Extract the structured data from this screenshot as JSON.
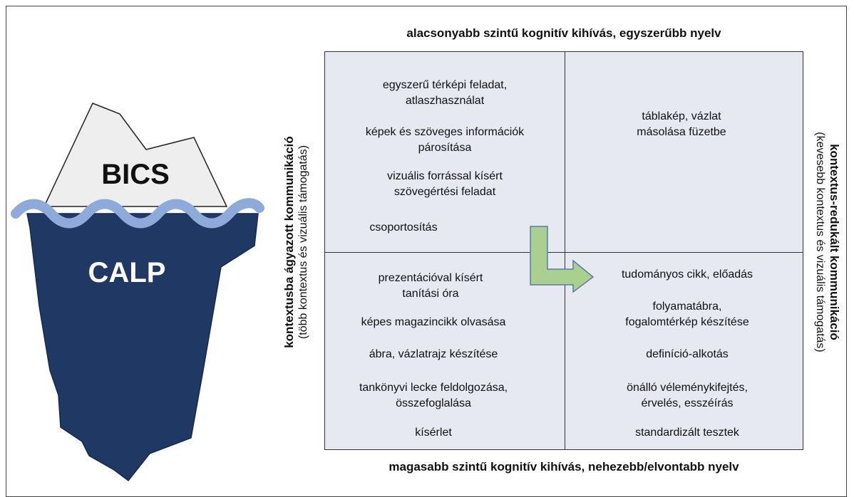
{
  "iceberg": {
    "top_label": "BICS",
    "bottom_label": "CALP",
    "colors": {
      "tip": "#eeeeee",
      "body": "#1f3864",
      "wave": "#8eaadb"
    }
  },
  "axes": {
    "top": "alacsonyabb szintű kognitív kihívás, egyszerűbb nyelv",
    "bottom": "magasabb szintű kognitív kihívás, nehezebb/elvontabb nyelv",
    "left_main": "kontextusba ágyazott kommunikáció",
    "left_sub": "(több kontextus és vizuális támogatás)",
    "right_main": "kontextus-redukált kommunikáció",
    "right_sub": "(kevesebb kontextus és vizuális támogatás)"
  },
  "quadrants": {
    "top_left": [
      [
        "egyszerű térképi feladat,",
        "atlaszhasználat"
      ],
      [
        "képek és szöveges információk",
        "párosítása"
      ],
      [
        "vizuális forrással kísért",
        "szövegértési feladat"
      ],
      [
        "csoportosítás"
      ]
    ],
    "top_right": [
      [
        "táblakép, vázlat",
        "másolása füzetbe"
      ]
    ],
    "bottom_left": [
      [
        "prezentációval kísért",
        "tanítási óra"
      ],
      [
        "képes magazincikk olvasása"
      ],
      [
        "ábra, vázlatrajz készítése"
      ],
      [
        "tankönyvi lecke feldolgozása,",
        "összefoglalása"
      ],
      [
        "kísérlet"
      ]
    ],
    "bottom_right": [
      [
        "tudományos cikk, előadás"
      ],
      [
        "folyamatábra,",
        "fogalomtérkép készítése"
      ],
      [
        "definíció-alkotás"
      ],
      [
        "önálló véleménykifejtés,",
        "érvelés, esszéírás"
      ],
      [
        "standardizált tesztek"
      ]
    ]
  },
  "colors": {
    "quadrant_bg": "#e6e8f2",
    "arrow_fill": "#a9d08e",
    "arrow_stroke": "#5b7ba6"
  }
}
